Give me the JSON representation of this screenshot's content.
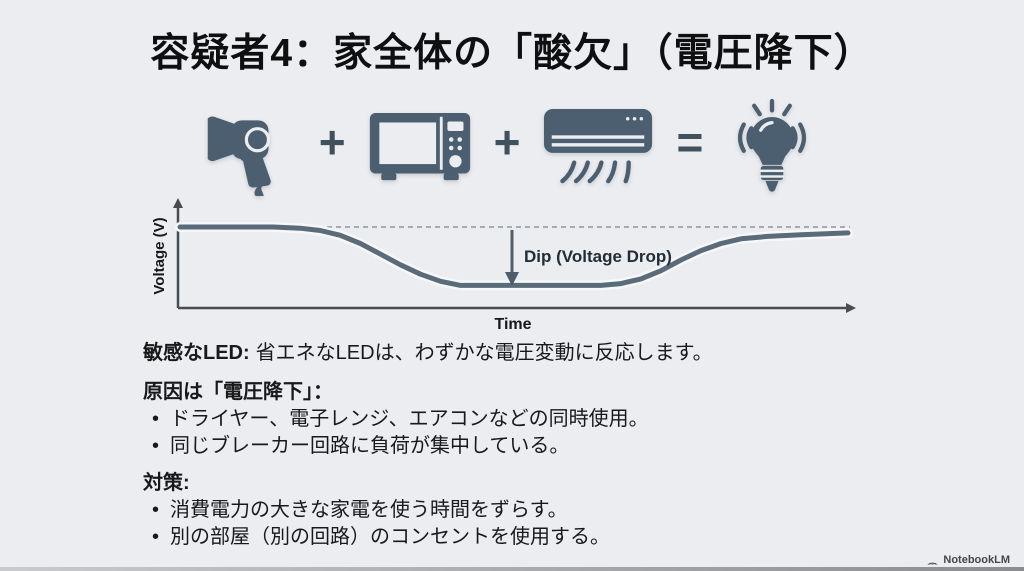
{
  "slide": {
    "title": "容疑者4：家全体の「酸欠」（電圧降下）",
    "bullet_glyph": "•",
    "equation": {
      "plus": "+",
      "equals": "=",
      "icons": [
        "hair-dryer",
        "microwave",
        "air-conditioner",
        "light-bulb"
      ]
    },
    "sections": {
      "sensitive": {
        "label": "敏感なLED:",
        "text": "省エネなLEDは、わずかな電圧変動に反応します。"
      },
      "cause": {
        "heading": "原因は「電圧降下」：",
        "bullets": [
          "ドライヤー、電子レンジ、エアコンなどの同時使用。",
          "同じブレーカー回路に負荷が集中している。"
        ]
      },
      "measures": {
        "heading": "対策:",
        "bullets": [
          "消費電力の大きな家電を使う時間をずらす。",
          "別の部屋（別の回路）のコンセントを使用する。"
        ]
      }
    },
    "watermark": "NotebookLM"
  },
  "chart_data": {
    "type": "line",
    "title": "",
    "xlabel": "Time",
    "ylabel": "Voltage (V)",
    "annotation": "Dip (Voltage Drop)",
    "description": "Qualitative voltage-vs-time curve: nominal level, smooth dip while large appliances run simultaneously, then gradual recovery toward (slightly below) nominal; dashed reference line marks nominal voltage.",
    "axis_ticks": "none",
    "grid": false,
    "baseline_style": "dashed",
    "xlim": [
      0,
      100
    ],
    "ylim": [
      0,
      110
    ],
    "series": [
      {
        "name": "voltage",
        "x": [
          0,
          14,
          18,
          21,
          24,
          27,
          30,
          33,
          36,
          39,
          42,
          63,
          66,
          69,
          72,
          75,
          78,
          81,
          84,
          88,
          93,
          100
        ],
        "y": [
          100,
          100,
          99,
          97,
          93,
          86,
          77,
          68,
          60,
          54,
          50.5,
          50.5,
          52,
          56,
          63,
          72,
          80,
          86,
          90,
          92,
          93.5,
          95
        ]
      }
    ],
    "colors": {
      "curve": "#5a6b7a",
      "baseline": "#a6abb1",
      "axes": "#454c53"
    }
  },
  "colors": {
    "background": "#ecedf0",
    "icon": "#4c5f70",
    "title": "#0e0f11",
    "body_text": "#18191b",
    "watermark": "#42474d"
  }
}
